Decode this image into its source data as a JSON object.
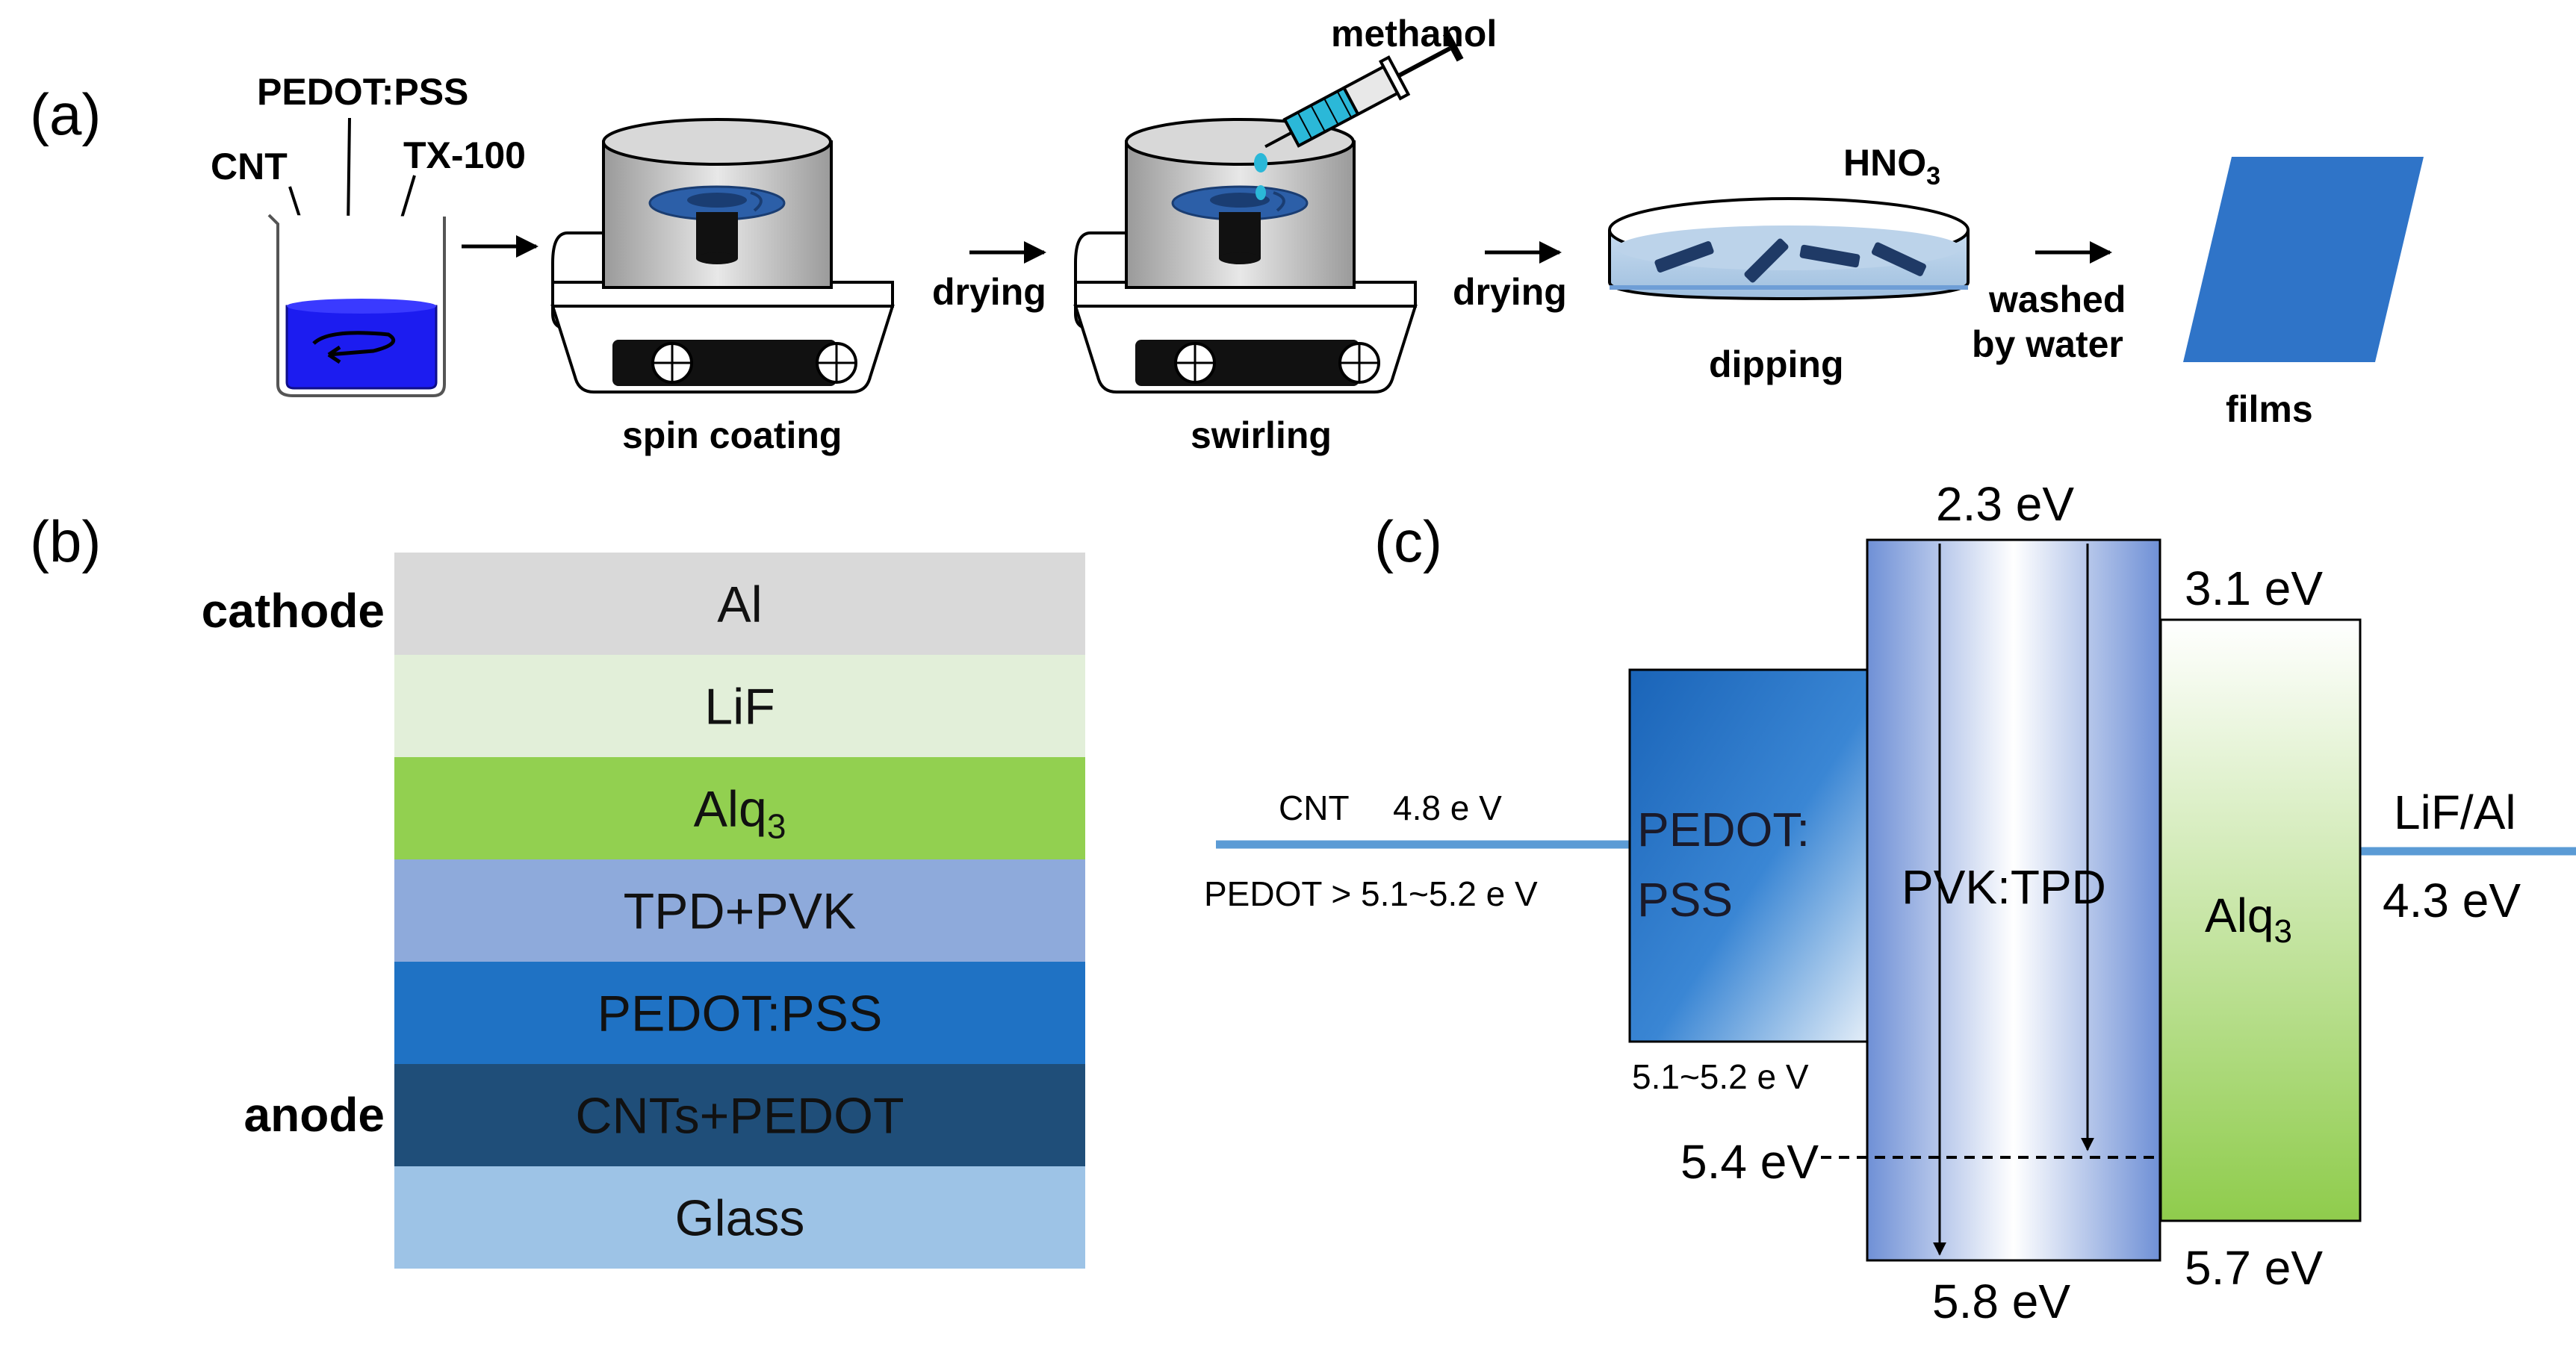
{
  "panel_a": {
    "label": "(a)",
    "ingredients": {
      "cnt": "CNT",
      "pedot_pss": "PEDOT:PSS",
      "tx100": "TX-100"
    },
    "reagents": {
      "methanol": "methanol",
      "hno3_base": "HNO",
      "hno3_sub": "3"
    },
    "steps": {
      "spin_coating": "spin coating",
      "drying_1": "drying",
      "swirling": "swirling",
      "drying_2": "drying",
      "dipping": "dipping",
      "washed_line1": "washed",
      "washed_line2": "by water",
      "films": "films"
    },
    "colors": {
      "solution_blue": "#1c1cf0",
      "film_blue": "#2f74c8",
      "syringe_cyan": "#2bb8d8",
      "disk_blue": "#2c5fa8"
    }
  },
  "panel_b": {
    "label": "(b)",
    "side_labels": {
      "cathode": "cathode",
      "anode": "anode"
    },
    "layers": [
      {
        "name": "Al",
        "sub": "",
        "color": "#d9d9d9",
        "text_color": "#111111"
      },
      {
        "name": "LiF",
        "sub": "",
        "color": "#e2efd9",
        "text_color": "#111111"
      },
      {
        "name": "Alq",
        "sub": "3",
        "color": "#92d050",
        "text_color": "#111111"
      },
      {
        "name": "TPD+PVK",
        "sub": "",
        "color": "#8eaadb",
        "text_color": "#111111"
      },
      {
        "name": "PEDOT:PSS",
        "sub": "",
        "color": "#1f72c4",
        "text_color": "#111111"
      },
      {
        "name": "CNTs+PEDOT",
        "sub": "",
        "color": "#1f4e79",
        "text_color": "#111111"
      },
      {
        "name": "Glass",
        "sub": "",
        "color": "#9dc3e6",
        "text_color": "#111111"
      }
    ]
  },
  "panel_c": {
    "label": "(c)",
    "left_electrode": {
      "line1_name": "CNT",
      "line1_value": "4.8 e V",
      "line2": "PEDOT > 5.1~5.2 e V"
    },
    "right_electrode": {
      "name": "LiF/Al",
      "value": "4.3 eV"
    },
    "pedot": {
      "line1": "PEDOT:",
      "line2": "PSS",
      "bottom": "5.1~5.2 e V"
    },
    "pvk": {
      "name": "PVK:TPD",
      "top": "2.3 eV",
      "bottom": "5.8 eV",
      "dashed": "5.4 eV"
    },
    "alq": {
      "name": "Alq",
      "sub": "3",
      "top": "3.1 eV",
      "bottom": "5.7 eV"
    },
    "colors": {
      "electrode_line": "#5b9bd5"
    }
  }
}
